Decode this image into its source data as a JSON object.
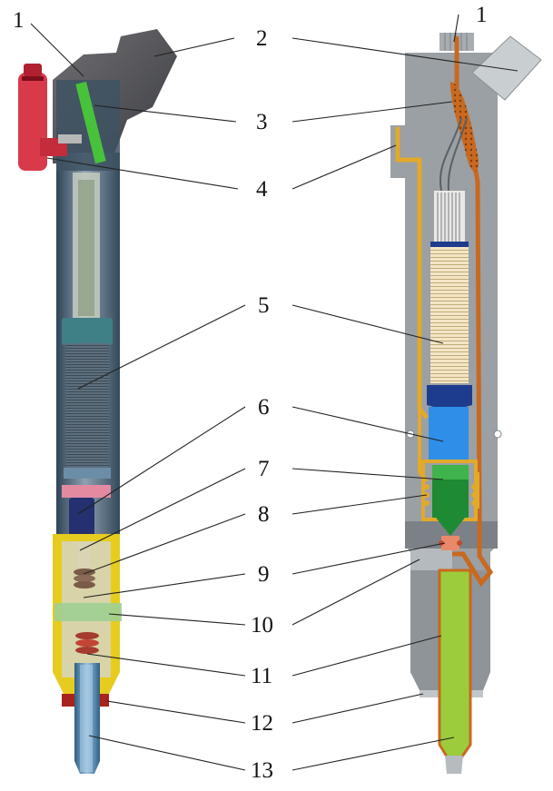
{
  "labels": {
    "left_top": "1",
    "right_top": "1",
    "n2": "2",
    "n3": "3",
    "n4": "4",
    "n5": "5",
    "n6": "6",
    "n7": "7",
    "n8": "8",
    "n9": "9",
    "n10": "10",
    "n11": "11",
    "n12": "12",
    "n13": "13"
  },
  "colors": {
    "body_grey": "#9aa0a4",
    "body_grey_dark": "#7b8186",
    "fuel_line": "#c8691f",
    "leak_line": "#e3a92a",
    "coil_wire": "#f2e2bf",
    "coil_blue": "#1d3c8e",
    "armature_blue": "#2f8ee8",
    "valve_green": "#1e8a33",
    "needle_green": "#9ccc3c",
    "spring_red": "#d23b2a",
    "connector_red": "#d83a4a",
    "cutaway_yellow": "#e6cc1f"
  }
}
